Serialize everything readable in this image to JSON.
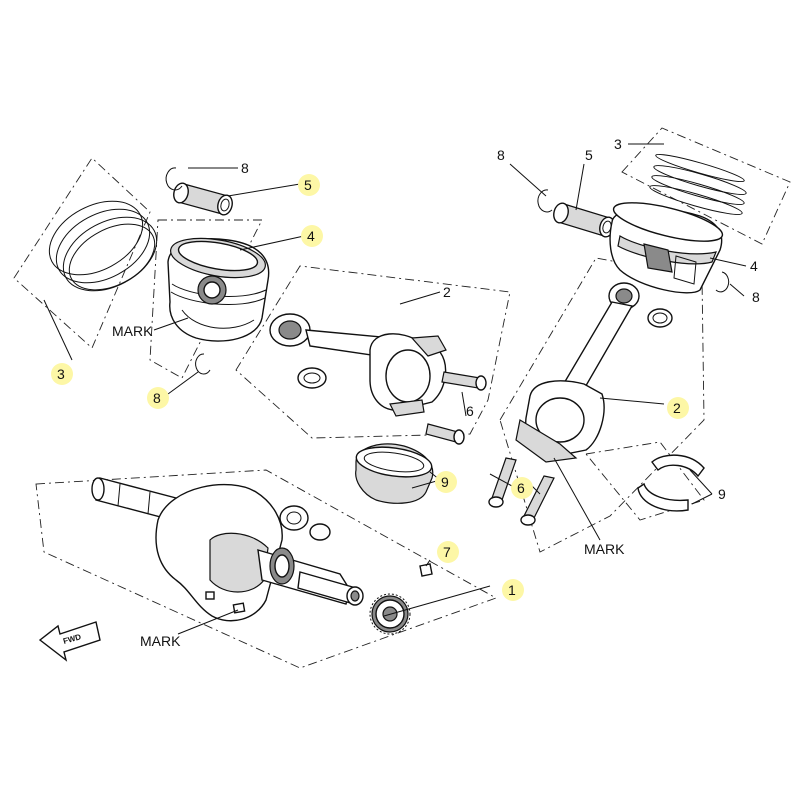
{
  "callouts": {
    "left_ring_set": "3",
    "left_pin": "5",
    "left_clip_top": "8",
    "left_piston": "4",
    "left_clip_bottom": "8",
    "mid_rod": "2",
    "mid_bolt": "6",
    "mid_bearing": "9",
    "crankshaft": "1",
    "key": "7",
    "right_clip": "8",
    "right_pin": "5",
    "right_ring_set": "3",
    "right_piston": "4",
    "right_clip_2": "8",
    "right_rod": "2",
    "right_bolts": "6",
    "right_bearing": "9"
  },
  "marks": {
    "piston": "MARK",
    "rod": "MARK",
    "crank": "MARK"
  },
  "fwd": "FWD",
  "highlight_color": "#fdf7a6"
}
